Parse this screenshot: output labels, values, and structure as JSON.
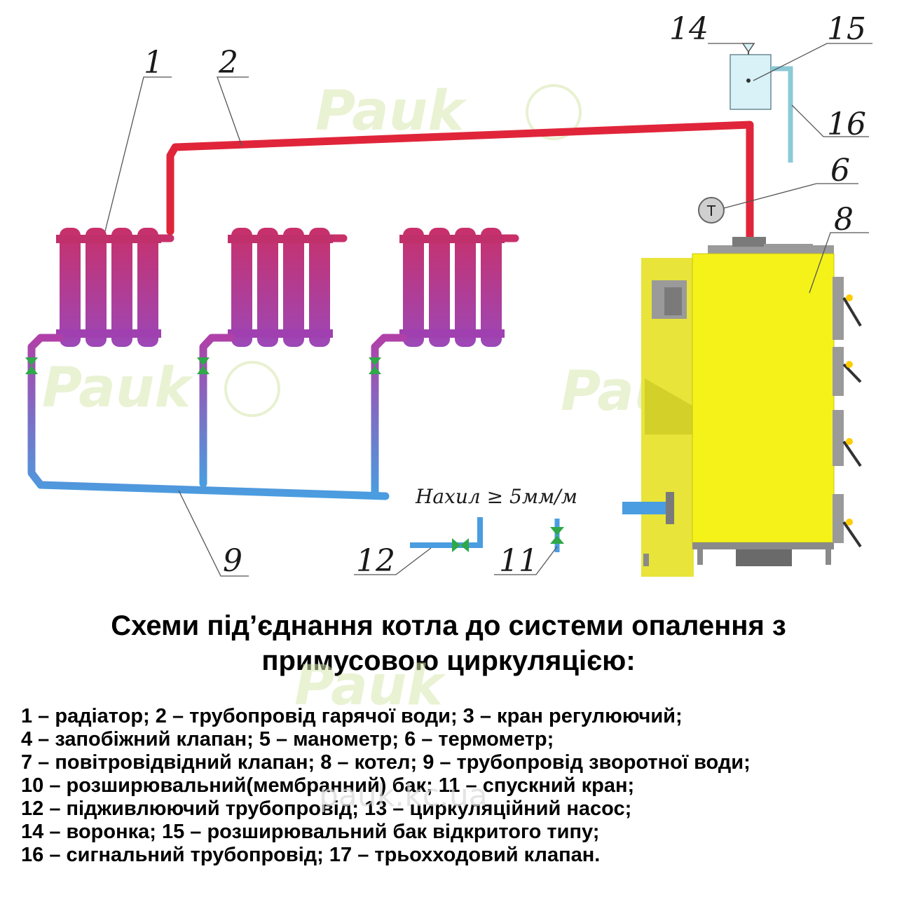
{
  "diagram": {
    "callouts": [
      "1",
      "2",
      "6",
      "8",
      "9",
      "11",
      "12",
      "14",
      "15",
      "16"
    ],
    "slope_note": "Нахил ≥ 5мм/м",
    "thermometer_symbol": "T",
    "watermark": "Pauk",
    "watermark_url": "pauk.kc.ua",
    "colors": {
      "hot_pipe": "#e0253a",
      "cold_pipe": "#4a9de0",
      "radiator_top": "#c0306a",
      "radiator_bottom": "#a040b0",
      "boiler": "#f5f21a",
      "valve": "#2fa84a",
      "tank": "#d8f2f7"
    }
  },
  "title": {
    "line1": "Схеми під’єднання котла до системи опалення з",
    "line2": "примусовою циркуляцією:"
  },
  "legend": [
    "1 – радіатор; 2 – трубопровід гарячої води; 3 – кран регулюючий;",
    "4 – запобіжний клапан; 5 – манометр; 6 – термометр;",
    "7 – повітровідвідний клапан; 8 – котел; 9 – трубопровід зворотної води;",
    "10 – розширювальний(мембранний) бак; 11 – спускний кран;",
    "12 – підживлюючий трубопровід; 13 – циркуляційний насос;",
    "14 – воронка; 15 – розширювальний бак відкритого типу;",
    "16 – сигнальний трубопровід; 17 – трьохходовий клапан."
  ]
}
